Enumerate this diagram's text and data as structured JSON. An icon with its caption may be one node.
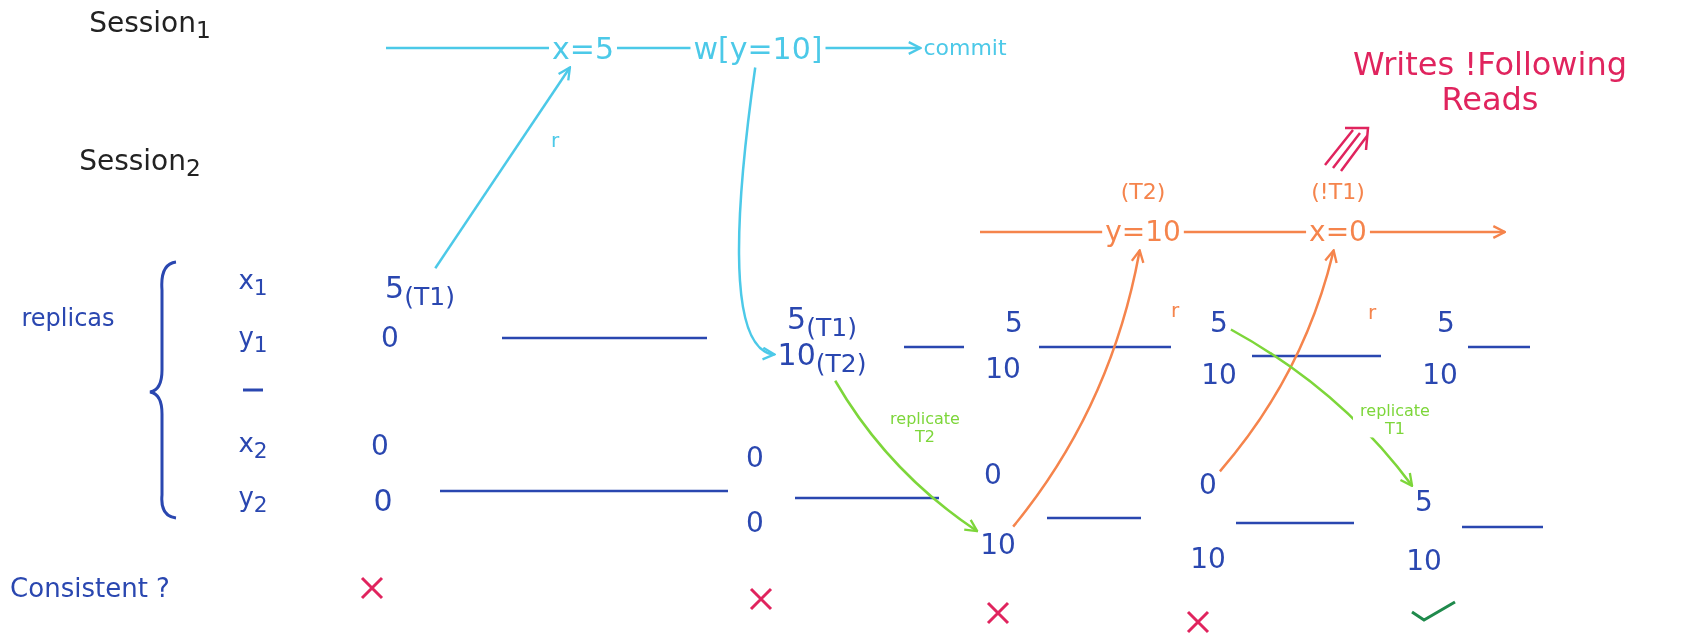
{
  "diagram": {
    "title": "Writes !Following Reads",
    "nodes": [
      {
        "text": [
          "x=5"
        ]
      },
      {
        "text": [
          "w[y=10]"
        ]
      },
      {
        "text": [
          "commit"
        ]
      },
      {
        "text": [
          "y=10"
        ],
        "beside": [
          "(T2)"
        ]
      },
      {
        "text": [
          "x=0"
        ],
        "beside": [
          "(!T1)"
        ]
      },
      {
        "text": [
          "5$_{(T1)}$"
        ]
      },
      {
        "text": [
          "0"
        ]
      },
      {
        "text": [
          "0"
        ]
      },
      {
        "text": [
          "0"
        ]
      },
      {
        "text": [
          "5$_{(T1)}$"
        ]
      },
      {
        "text": [
          "10$_{(T2)}$"
        ]
      },
      {
        "text": [
          "0"
        ]
      },
      {
        "text": [
          "0"
        ]
      },
      {
        "text": [
          "5"
        ]
      },
      {
        "text": [
          "10"
        ]
      },
      {
        "text": [
          "0"
        ]
      },
      {
        "text": [
          "10"
        ]
      },
      {
        "text": [
          "5"
        ]
      },
      {
        "text": [
          "10"
        ]
      },
      {
        "text": [
          "0"
        ]
      },
      {
        "text": [
          "10"
        ]
      },
      {
        "text": [
          "5"
        ]
      },
      {
        "text": [
          "10"
        ]
      },
      {
        "text": [
          "5"
        ]
      },
      {
        "text": [
          "10"
        ]
      }
    ],
    "edges": [
      {
        "from": null,
        "to": 0,
        "arrow": "none",
        "color": "#4cc9e8"
      },
      {
        "from": 0,
        "to": 1,
        "arrow": "none",
        "color": "#4cc9e8"
      },
      {
        "from": 1,
        "to": 2,
        "arrow": "to",
        "color": "#4cc9e8"
      },
      {
        "from": 5,
        "to": 0,
        "arrow": "to",
        "label": "r",
        "color": "#4cc9e8"
      },
      {
        "from": 1,
        "to": 10,
        "arrow": "to",
        "color": "#4cc9e8"
      },
      {
        "from": 10,
        "to": 16,
        "arrow": "to",
        "label": "replicate T2",
        "color": "#7dd63a"
      },
      {
        "from": 16,
        "to": 3,
        "arrow": "to",
        "label": "r",
        "color": "#f5844c"
      },
      {
        "from": 19,
        "to": 4,
        "arrow": "to",
        "label": "r",
        "color": "#f5844c"
      },
      {
        "from": 17,
        "to": 23,
        "arrow": "to",
        "label": "replicate T1",
        "color": "#7dd63a"
      },
      {
        "from": null,
        "to": 3,
        "arrow": "none",
        "color": "#f5844c"
      },
      {
        "from": 3,
        "to": 4,
        "arrow": "none",
        "color": "#f5844c"
      },
      {
        "from": 4,
        "to": null,
        "arrow": "to",
        "color": "#f5844c"
      }
    ],
    "labels": [
      "Session$_{1}$",
      "Session$_{2}$",
      "replicas",
      "x$_{1}$",
      "y$_{1}$",
      "x$_{2}$",
      "y$_{2}$",
      "Consistent ?"
    ]
  }
}
